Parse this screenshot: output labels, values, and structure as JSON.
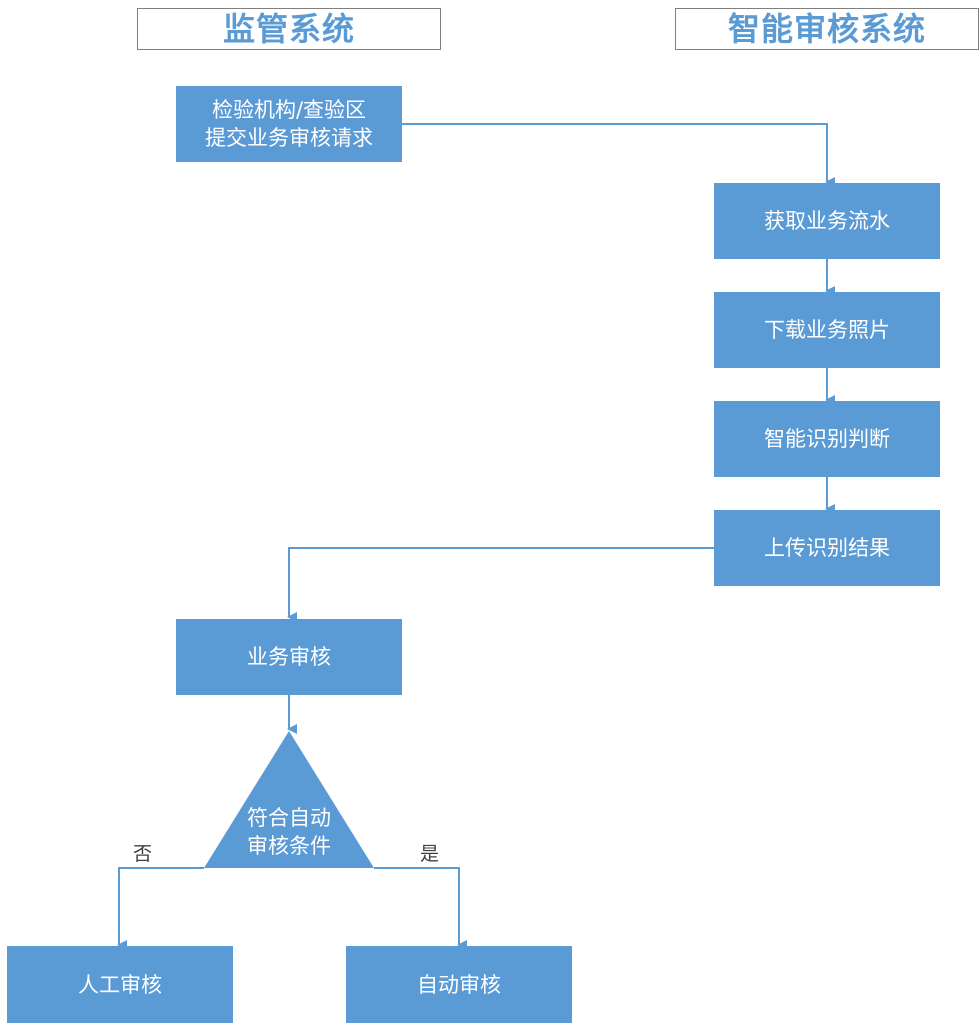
{
  "headers": {
    "left": "监管系统",
    "right": "智能审核系统"
  },
  "nodes": {
    "submit_request": {
      "line1": "检验机构/查验区",
      "line2": "提交业务审核请求"
    },
    "get_flow": "获取业务流水",
    "download_photos": "下载业务照片",
    "smart_recognition": "智能识别判断",
    "upload_results": "上传识别结果",
    "business_review": "业务审核",
    "decision": {
      "line1": "符合自动",
      "line2": "审核条件"
    },
    "manual_review": "人工审核",
    "auto_review": "自动审核"
  },
  "edge_labels": {
    "no": "否",
    "yes": "是"
  },
  "colors": {
    "box_fill": "#5b9bd5",
    "line": "#5b9bd5",
    "header_text": "#5b9bd5",
    "header_border": "#7f7f7f"
  }
}
